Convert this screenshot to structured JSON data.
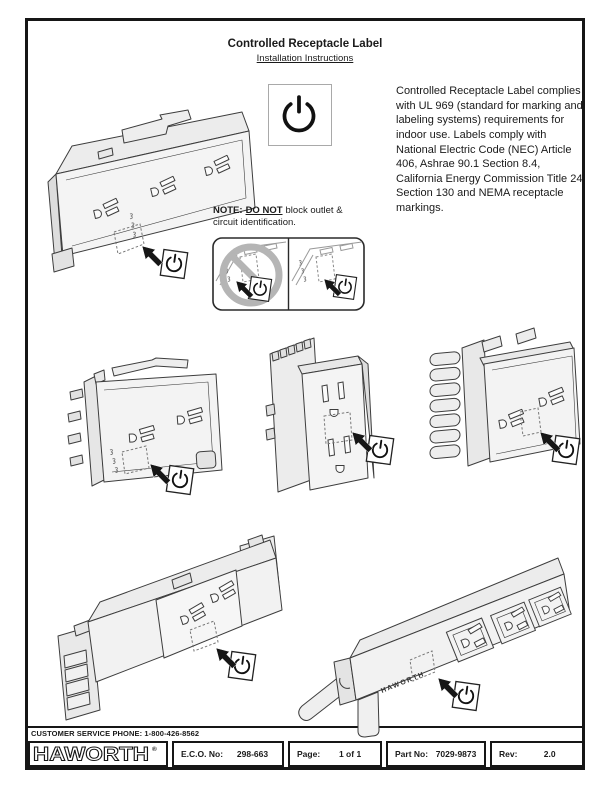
{
  "document": {
    "title": "Controlled Receptacle Label",
    "subtitle": "Installation Instructions",
    "compliance_text": "Controlled Receptacle Label complies with UL 969 (standard for marking and labeling systems) requirements for indoor use. Labels comply with National Electric Code (NEC) Article 406, Ashrae 90.1 Section 8.4, California Energy Commission Title 24 Section 130 and NEMA receptacle markings.",
    "note": {
      "label": "NOTE:",
      "emphasis": "DO NOT",
      "line1_rest": "block outlet &",
      "line2": "circuit identification."
    }
  },
  "illustrations": {
    "brand_text": "HAWORTH",
    "power_icon_meaning": "controlled-receptacle-power-symbol"
  },
  "footer": {
    "customer_service": "CUSTOMER SERVICE PHONE: 1-800-426-8562",
    "logo_text": "HAWORTH",
    "registered_mark": "®",
    "fields": [
      {
        "label": "E.C.O. No:",
        "value": "298-663"
      },
      {
        "label": "Page:",
        "value": "1 of 1"
      },
      {
        "label": "Part No:",
        "value": "7029-9873"
      },
      {
        "label": "Rev:",
        "value": "2.0"
      }
    ]
  },
  "colors": {
    "line": "#3d3d3d",
    "fill_light": "#f3f3f3",
    "fill_mid": "#e7e7e7",
    "frame": "#161616",
    "prohibition_gray": "#b5b5b5"
  }
}
